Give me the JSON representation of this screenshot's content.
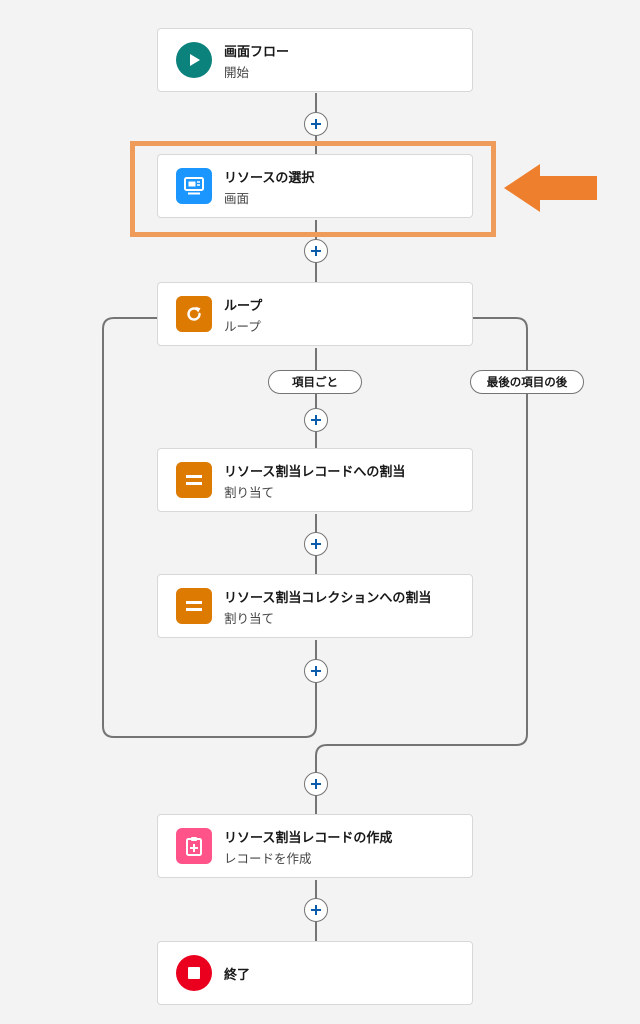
{
  "nodes": [
    {
      "title": "画面フロー",
      "subtitle": "開始",
      "icon": "play-icon",
      "color": "#0b827c"
    },
    {
      "title": "リソースの選択",
      "subtitle": "画面",
      "icon": "screen-icon",
      "color": "#1b96ff"
    },
    {
      "title": "ループ",
      "subtitle": "ループ",
      "icon": "loop-icon",
      "color": "#dd7a01"
    },
    {
      "title": "リソース割当レコードへの割当",
      "subtitle": "割り当て",
      "icon": "assignment-icon",
      "color": "#dd7a01"
    },
    {
      "title": "リソース割当コレクションへの割当",
      "subtitle": "割り当て",
      "icon": "assignment-icon",
      "color": "#dd7a01"
    },
    {
      "title": "リソース割当レコードの作成",
      "subtitle": "レコードを作成",
      "icon": "create-record-icon",
      "color": "#ff538a"
    },
    {
      "title": "終了",
      "subtitle": "",
      "icon": "stop-icon",
      "color": "#ea001e"
    }
  ],
  "branches": {
    "for_each": "項目ごと",
    "after_last": "最後の項目の後"
  },
  "annotation": {
    "highlight_color": "#ef9b5a",
    "arrow_color": "#ee7f2d"
  }
}
